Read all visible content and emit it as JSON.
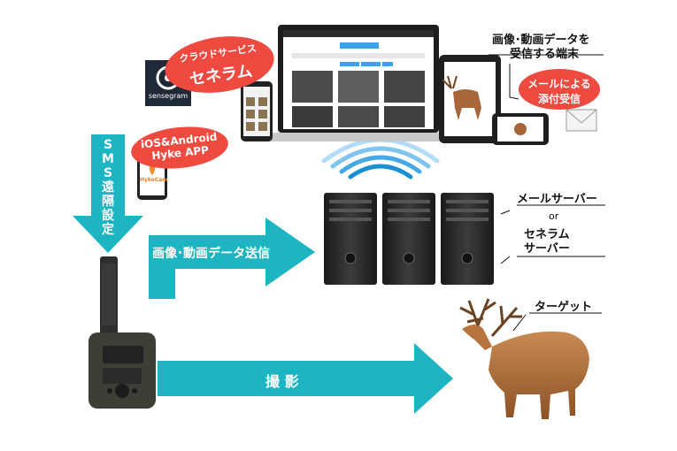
{
  "cloud_service": {
    "label": "クラウドサービス",
    "name": "セネラム"
  },
  "sensegram_logo": {
    "text": "sensegram"
  },
  "app": {
    "line1": "iOS&Android",
    "line2": "Hyke APP",
    "icon_text": "HykeCam"
  },
  "sms_remote": {
    "label": "SMS遠隔設定"
  },
  "send_arrow": {
    "label": "画像･動画データ送信"
  },
  "shoot_arrow": {
    "label": "撮 影"
  },
  "receiver": {
    "label_line1": "画像･動画データを",
    "label_line2": "受信する端末"
  },
  "mail_bubble": {
    "line1": "メールによる",
    "line2": "添付受信"
  },
  "servers": {
    "mail": "メールサーバー",
    "or": "or",
    "senerum_line1": "セネラム",
    "senerum_line2": "サーバー"
  },
  "target": {
    "label": "ターゲット"
  },
  "colors": {
    "teal": "#1cb5c1",
    "red": "#ee4a40",
    "server": "#2a2a2a",
    "deer": "#b0703a"
  }
}
